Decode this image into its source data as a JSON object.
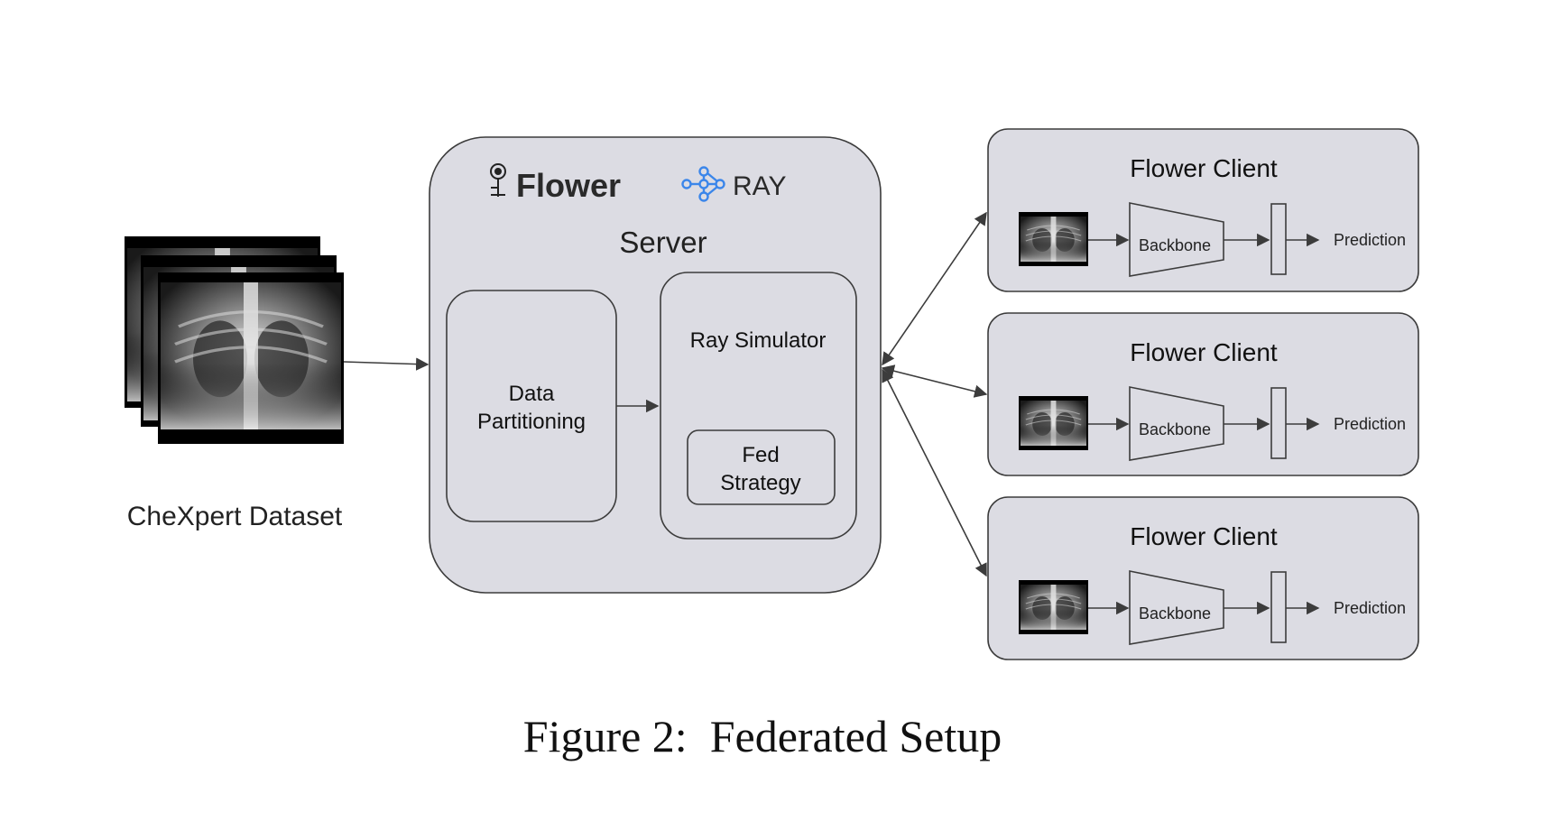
{
  "dataset": {
    "label": "CheXpert Dataset"
  },
  "server": {
    "brand_flower": "Flower",
    "brand_ray": "RAY",
    "title": "Server",
    "data_partitioning": [
      "Data",
      "Partitioning"
    ],
    "ray_simulator": "Ray Simulator",
    "fed_strategy": [
      "Fed",
      "Strategy"
    ]
  },
  "clients": [
    {
      "title": "Flower Client",
      "backbone": "Backbone",
      "prediction": "Prediction"
    },
    {
      "title": "Flower Client",
      "backbone": "Backbone",
      "prediction": "Prediction"
    },
    {
      "title": "Flower Client",
      "backbone": "Backbone",
      "prediction": "Prediction"
    }
  ],
  "caption": "Figure 2:  Federated Setup",
  "colors": {
    "box_fill": "#dcdce3",
    "stroke": "#3c3c3c",
    "ray_blue": "#3b86ea"
  },
  "icons": [
    "flower-logo-icon",
    "ray-logo-icon",
    "xray-image-icon"
  ]
}
